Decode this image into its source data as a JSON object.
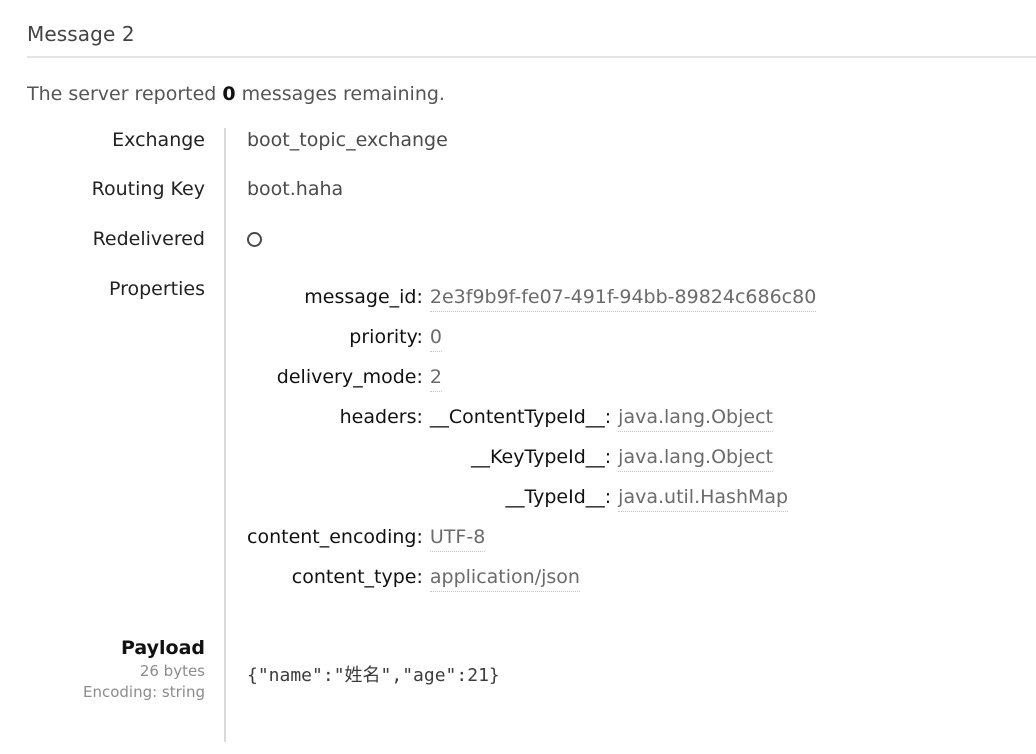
{
  "heading": "Message 2",
  "server_status": {
    "prefix": "The server reported ",
    "count": "0",
    "suffix": " messages remaining."
  },
  "fields": {
    "exchange_label": "Exchange",
    "exchange_value": "boot_topic_exchange",
    "routing_key_label": "Routing Key",
    "routing_key_value": "boot.haha",
    "redelivered_label": "Redelivered",
    "redelivered_icon": "circle-empty-icon",
    "properties_label": "Properties"
  },
  "properties": [
    {
      "key": "message_id:",
      "value": "2e3f9b9f-fe07-491f-94bb-89824c686c80"
    },
    {
      "key": "priority:",
      "value": "0"
    },
    {
      "key": "delivery_mode:",
      "value": "2"
    }
  ],
  "headers": {
    "label": "headers:",
    "entries": [
      {
        "key": "__ContentTypeId__:",
        "value": "java.lang.Object"
      },
      {
        "key": "__KeyTypeId__:",
        "value": "java.lang.Object"
      },
      {
        "key": "__TypeId__:",
        "value": "java.util.HashMap"
      }
    ]
  },
  "properties_tail": [
    {
      "key": "content_encoding:",
      "value": "UTF-8"
    },
    {
      "key": "content_type:",
      "value": "application/json"
    }
  ],
  "payload": {
    "title": "Payload",
    "bytes": "26 bytes",
    "encoding": "Encoding: string",
    "body": "{\"name\":\"姓名\",\"age\":21}"
  },
  "colors": {
    "text": "#333333",
    "label": "#111111",
    "value": "#6b6b6b",
    "rule": "#e4e4e4",
    "divider": "#d9d9d9"
  }
}
